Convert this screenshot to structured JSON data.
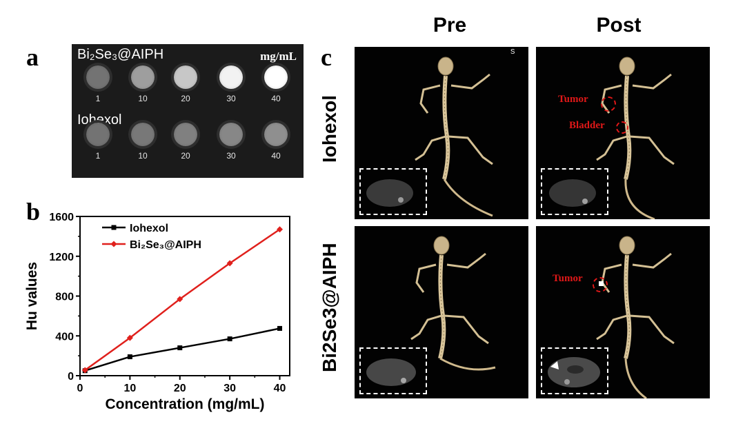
{
  "panel_a": {
    "letter": "a",
    "row1_title": "Bi₂Se₃@AIPH",
    "row2_title": "Iohexol",
    "unit": "mg/mL",
    "labels": [
      "1",
      "10",
      "20",
      "30",
      "40"
    ],
    "row1_brightness": [
      0.45,
      0.62,
      0.78,
      0.95,
      1.0
    ],
    "row2_brightness": [
      0.45,
      0.47,
      0.5,
      0.53,
      0.56
    ]
  },
  "panel_b": {
    "letter": "b"
  },
  "panel_c": {
    "letter": "c",
    "col_headers": [
      "Pre",
      "Post"
    ],
    "row_headers": [
      "Iohexol",
      "Bi2Se3@AIPH"
    ],
    "annotations": {
      "tumor": "Tumor",
      "bladder": "Bladder",
      "corner_mark": "s"
    }
  },
  "chart_data": {
    "type": "line",
    "xlabel": "Concentration (mg/mL)",
    "ylabel": "Hu values",
    "xlim": [
      0,
      42
    ],
    "ylim": [
      0,
      1600
    ],
    "x_ticks": [
      0,
      10,
      20,
      30,
      40
    ],
    "y_ticks": [
      0,
      400,
      800,
      1200,
      1600
    ],
    "legend_position": "top-left",
    "series": [
      {
        "name": "Iohexol",
        "color": "#000000",
        "marker": "square",
        "x": [
          1,
          10,
          20,
          30,
          40
        ],
        "y": [
          50,
          190,
          280,
          370,
          475
        ]
      },
      {
        "name": "Bi₂Se₃@AIPH",
        "color": "#e0201c",
        "marker": "diamond",
        "x": [
          1,
          10,
          20,
          30,
          40
        ],
        "y": [
          55,
          380,
          770,
          1130,
          1470
        ]
      }
    ]
  }
}
